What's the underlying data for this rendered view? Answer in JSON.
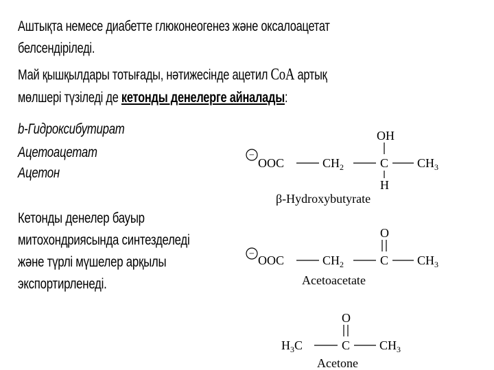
{
  "paragraph1": {
    "line1": "Аштықта немесе диабетте глюконеогенез және оксалоацетат",
    "line2": "белсендіріледі."
  },
  "paragraph2": {
    "line1_prefix": "Май қышқылдары тотығады, нәтижесінде ацетил ",
    "line1_coa": "CoA",
    "line1_suffix": " артық",
    "line2_prefix": "мөлшері түзіледі де ",
    "line2_emph": "кетонды денелерге айналады",
    "line2_suffix": ":"
  },
  "ketone_list": [
    "b-Гидроксибутират",
    "Ацетоацетат",
    "Ацетон"
  ],
  "paragraph3": {
    "line1": "Кетонды денелер бауыр",
    "line2": "митохондриясында  синтезделеді",
    "line3": "және түрлі мүшелер арқылы",
    "line4": "экспортирленеді."
  },
  "structures": {
    "hydroxybutyrate": {
      "top_group": "OH",
      "bottom_group": "H",
      "charge": "−",
      "chain_ooc": "OOC",
      "chain_ch2": "CH",
      "chain_c": "C",
      "chain_ch3": "CH",
      "sub2": "2",
      "sub3": "3",
      "label": "β-Hydroxybutyrate"
    },
    "acetoacetate": {
      "top_group": "O",
      "charge": "−",
      "chain_ooc": "OOC",
      "chain_ch2": "CH",
      "chain_c": "C",
      "chain_ch3": "CH",
      "sub2": "2",
      "sub3": "3",
      "label": "Acetoacetate"
    },
    "acetone": {
      "top_group": "O",
      "left_h": "H",
      "left_c": "C",
      "mid_c": "C",
      "right_ch": "CH",
      "sub3": "3",
      "label": "Acetone"
    }
  }
}
